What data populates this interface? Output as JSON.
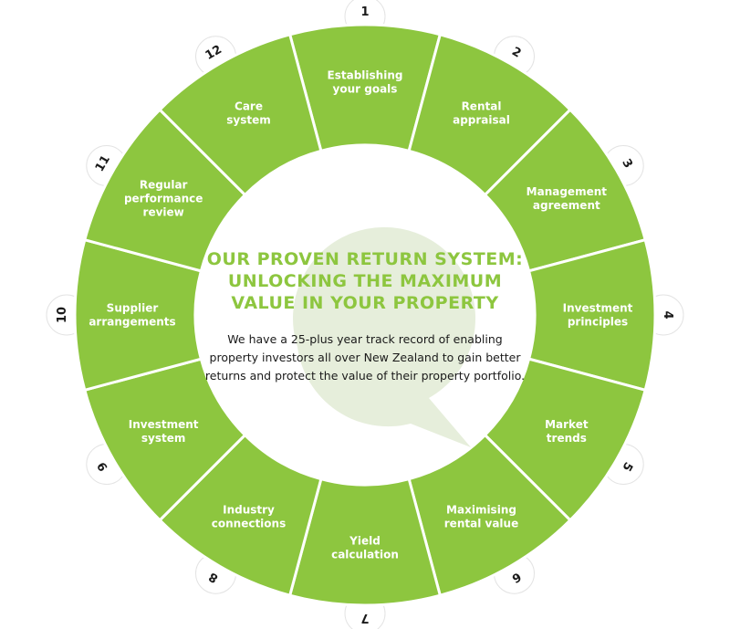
{
  "center": {
    "title_lines": [
      "OUR PROVEN RETURN SYSTEM:",
      "UNLOCKING THE MAXIMUM",
      "VALUE IN YOUR PROPERTY"
    ],
    "body": "We have a 25-plus year track record of enabling property investors all over New Zealand to gain better returns and protect the value of their property portfolio."
  },
  "colors": {
    "segment": "#8dc63f",
    "divider": "#ffffff",
    "tab": "#ffffff",
    "tab_border": "#e3e3e3",
    "bubble": "#e6eedb",
    "title": "#8dc63f"
  },
  "segments": [
    {
      "number": "1",
      "label_lines": [
        "Establishing",
        "your goals"
      ]
    },
    {
      "number": "2",
      "label_lines": [
        "Rental",
        "appraisal"
      ]
    },
    {
      "number": "3",
      "label_lines": [
        "Management",
        "agreement"
      ]
    },
    {
      "number": "4",
      "label_lines": [
        "Investment",
        "principles"
      ]
    },
    {
      "number": "5",
      "label_lines": [
        "Market",
        "trends"
      ]
    },
    {
      "number": "6",
      "label_lines": [
        "Maximising",
        "rental value"
      ]
    },
    {
      "number": "7",
      "label_lines": [
        "Yield",
        "calculation"
      ]
    },
    {
      "number": "8",
      "label_lines": [
        "Industry",
        "connections"
      ]
    },
    {
      "number": "9",
      "label_lines": [
        "Investment",
        "system"
      ]
    },
    {
      "number": "10",
      "label_lines": [
        "Supplier",
        "arrangements"
      ]
    },
    {
      "number": "11",
      "label_lines": [
        "Regular",
        "performance",
        "review"
      ]
    },
    {
      "number": "12",
      "label_lines": [
        "Care",
        "system"
      ]
    }
  ]
}
